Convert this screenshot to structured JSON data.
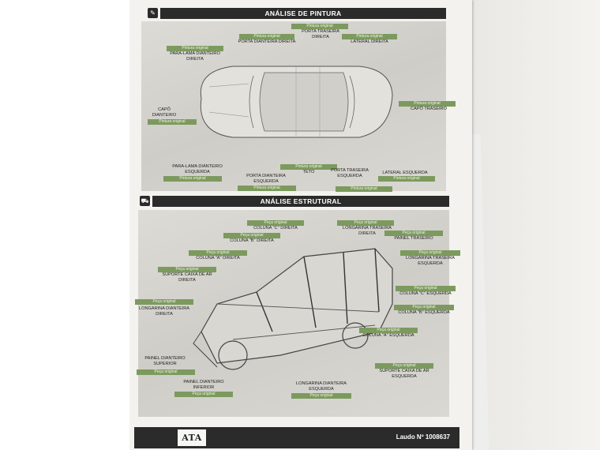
{
  "sections": {
    "pintura": {
      "title": "ANÁLISE DE PINTURA",
      "icon": "paint-brush-icon"
    },
    "estrutural": {
      "title": "ANÁLISE ESTRUTURAL",
      "icon": "car-icon"
    }
  },
  "pintura_labels": [
    {
      "tag": "Pintura original",
      "name": "PARA-LAMA DIANTEIRO DIREITA"
    },
    {
      "tag": "Pintura original",
      "name": "PORTA DIANTEIRA DIREITA"
    },
    {
      "tag": "Pintura original",
      "name": "PORTA TRASEIRA DIREITA"
    },
    {
      "tag": "Pintura original",
      "name": "LATERAL DIREITA"
    },
    {
      "tag": "Pintura original",
      "name": "CAPÔ DIANTEIRO"
    },
    {
      "tag": "Pintura original",
      "name": "CAPÔ TRASEIRO"
    },
    {
      "tag": "Pintura original",
      "name": "PARA-LAMA DIANTEIRO ESQUERDA"
    },
    {
      "tag": "Pintura original",
      "name": "PORTA DIANTEIRA ESQUERDA"
    },
    {
      "tag": "Pintura original",
      "name": "TETO"
    },
    {
      "tag": "Pintura original",
      "name": "PORTA TRASEIRA ESQUERDA"
    },
    {
      "tag": "Pintura original",
      "name": "LATERAL ESQUERDA"
    }
  ],
  "estrutural_labels": [
    {
      "tag": "Peça original",
      "name": "COLUNA \"C\" DIREITA"
    },
    {
      "tag": "Peça original",
      "name": "LONGARINA TRASEIRA DIREITA"
    },
    {
      "tag": "Peça original",
      "name": "COLUNA \"B\" DIREITA"
    },
    {
      "tag": "Peça original",
      "name": "PAINEL TRASEIRO"
    },
    {
      "tag": "Peça original",
      "name": "COLUNA \"A\" DIREITA"
    },
    {
      "tag": "Peça original",
      "name": "LONGARINA TRASEIRA ESQUERDA"
    },
    {
      "tag": "Peça original",
      "name": "SUPORTE CAIXA DE AR DIREITA"
    },
    {
      "tag": "Peça original",
      "name": "COLUNA \"C\" ESQUERDA"
    },
    {
      "tag": "Peça original",
      "name": "LONGARINA DIANTEIRA DIREITA"
    },
    {
      "tag": "Peça original",
      "name": "COLUNA \"B\" ESQUERDA"
    },
    {
      "tag": "Peça original",
      "name": "COLUNA \"A\" ESQUERDA"
    },
    {
      "tag": "Peça original",
      "name": "PAINEL DIANTEIRO SUPERIOR"
    },
    {
      "tag": "Peça original",
      "name": "SUPORTE CAIXA DE AR ESQUERDA"
    },
    {
      "tag": "Peça original",
      "name": "PAINEL DIANTEIRO INFERIOR"
    },
    {
      "tag": "Peça original",
      "name": "LONGARINA DIANTEIRA ESQUERDA"
    }
  ],
  "footer": {
    "logo": "ATA",
    "laudo": "Laudo Nº 1008637"
  },
  "colors": {
    "tag_green": "#7c9a5e",
    "bar_dark": "#2b2b2b",
    "paper": "#f3f2ee"
  }
}
